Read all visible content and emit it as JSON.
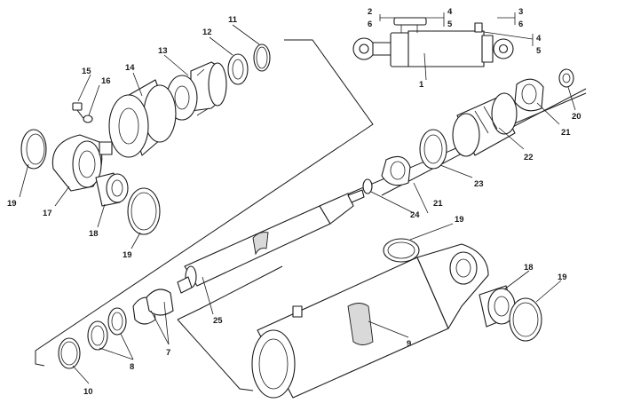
{
  "diagram": {
    "callouts": {
      "c1": "1",
      "c2": "2",
      "c3": "3",
      "c4a": "4",
      "c4b": "4",
      "c5a": "5",
      "c5b": "5",
      "c6a": "6",
      "c6b": "6",
      "c7": "7",
      "c8": "8",
      "c9": "9",
      "c10": "10",
      "c11": "11",
      "c12": "12",
      "c13": "13",
      "c14": "14",
      "c15": "15",
      "c16": "16",
      "c17": "17",
      "c18a": "18",
      "c18b": "18",
      "c19a": "19",
      "c19b": "19",
      "c19c": "19",
      "c19d": "19",
      "c20": "20",
      "c21a": "21",
      "c21b": "21",
      "c22": "22",
      "c23": "23",
      "c24": "24",
      "c25": "25"
    }
  }
}
